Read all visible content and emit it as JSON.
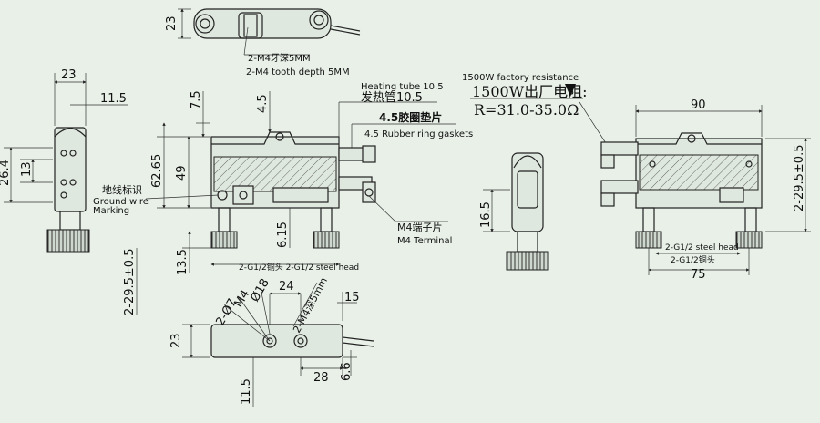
{
  "top_view": {
    "height_dim": "23",
    "thread_note_cn": "2-M4牙深5MM",
    "thread_note_en": "2-M4 tooth depth 5MM"
  },
  "side_view": {
    "width_23": "23",
    "width_11_5": "11.5",
    "height_26_4": "26.4",
    "spacing_13": "13"
  },
  "front_view": {
    "dim_7_5": "7.5",
    "dim_4_5": "4.5",
    "dim_49": "49",
    "dim_62_65": "62.65",
    "dim_6_15": "6.15",
    "dim_13_5": "13.5",
    "dim_2_29_5": "2-29.5±0.5",
    "heating_tube_en": "Heating tube 10.5",
    "heating_tube_cn": "发热管10.5",
    "rubber_ring_cn": "4.5胶圈垫片",
    "rubber_ring_en": "4.5 Rubber ring gaskets",
    "ground_cn": "地线标识",
    "ground_en_1": "Ground wire",
    "ground_en_2": "Marking",
    "steel_head": "2-G1/2铜头 2-G1/2 steel head",
    "terminal_cn": "M4端子片",
    "terminal_en": "M4 Terminal"
  },
  "resistance": {
    "factory_en": "1500W factory resistance",
    "factory_cn": "1500W出厂电阻:",
    "value": "R=31.0-35.0Ω"
  },
  "mid_view": {
    "dim_16_5": "16.5"
  },
  "right_view": {
    "dim_90": "90",
    "dim_75": "75",
    "dim_2_29_5": "2-29.5±0.5",
    "steel_head_en": "2-G1/2 steel head",
    "steel_head_cn": "2-G1/2铜头"
  },
  "bottom_view": {
    "dim_23": "23",
    "dim_2_phi7": "2-Ø7",
    "dim_m4": "M4",
    "dim_phi18": "Ø18",
    "dim_24": "24",
    "dim_m4_deep": "2-M4深5mm",
    "dim_15": "15",
    "dim_6_6": "6.6",
    "dim_28": "28",
    "dim_11_5": "11.5"
  }
}
